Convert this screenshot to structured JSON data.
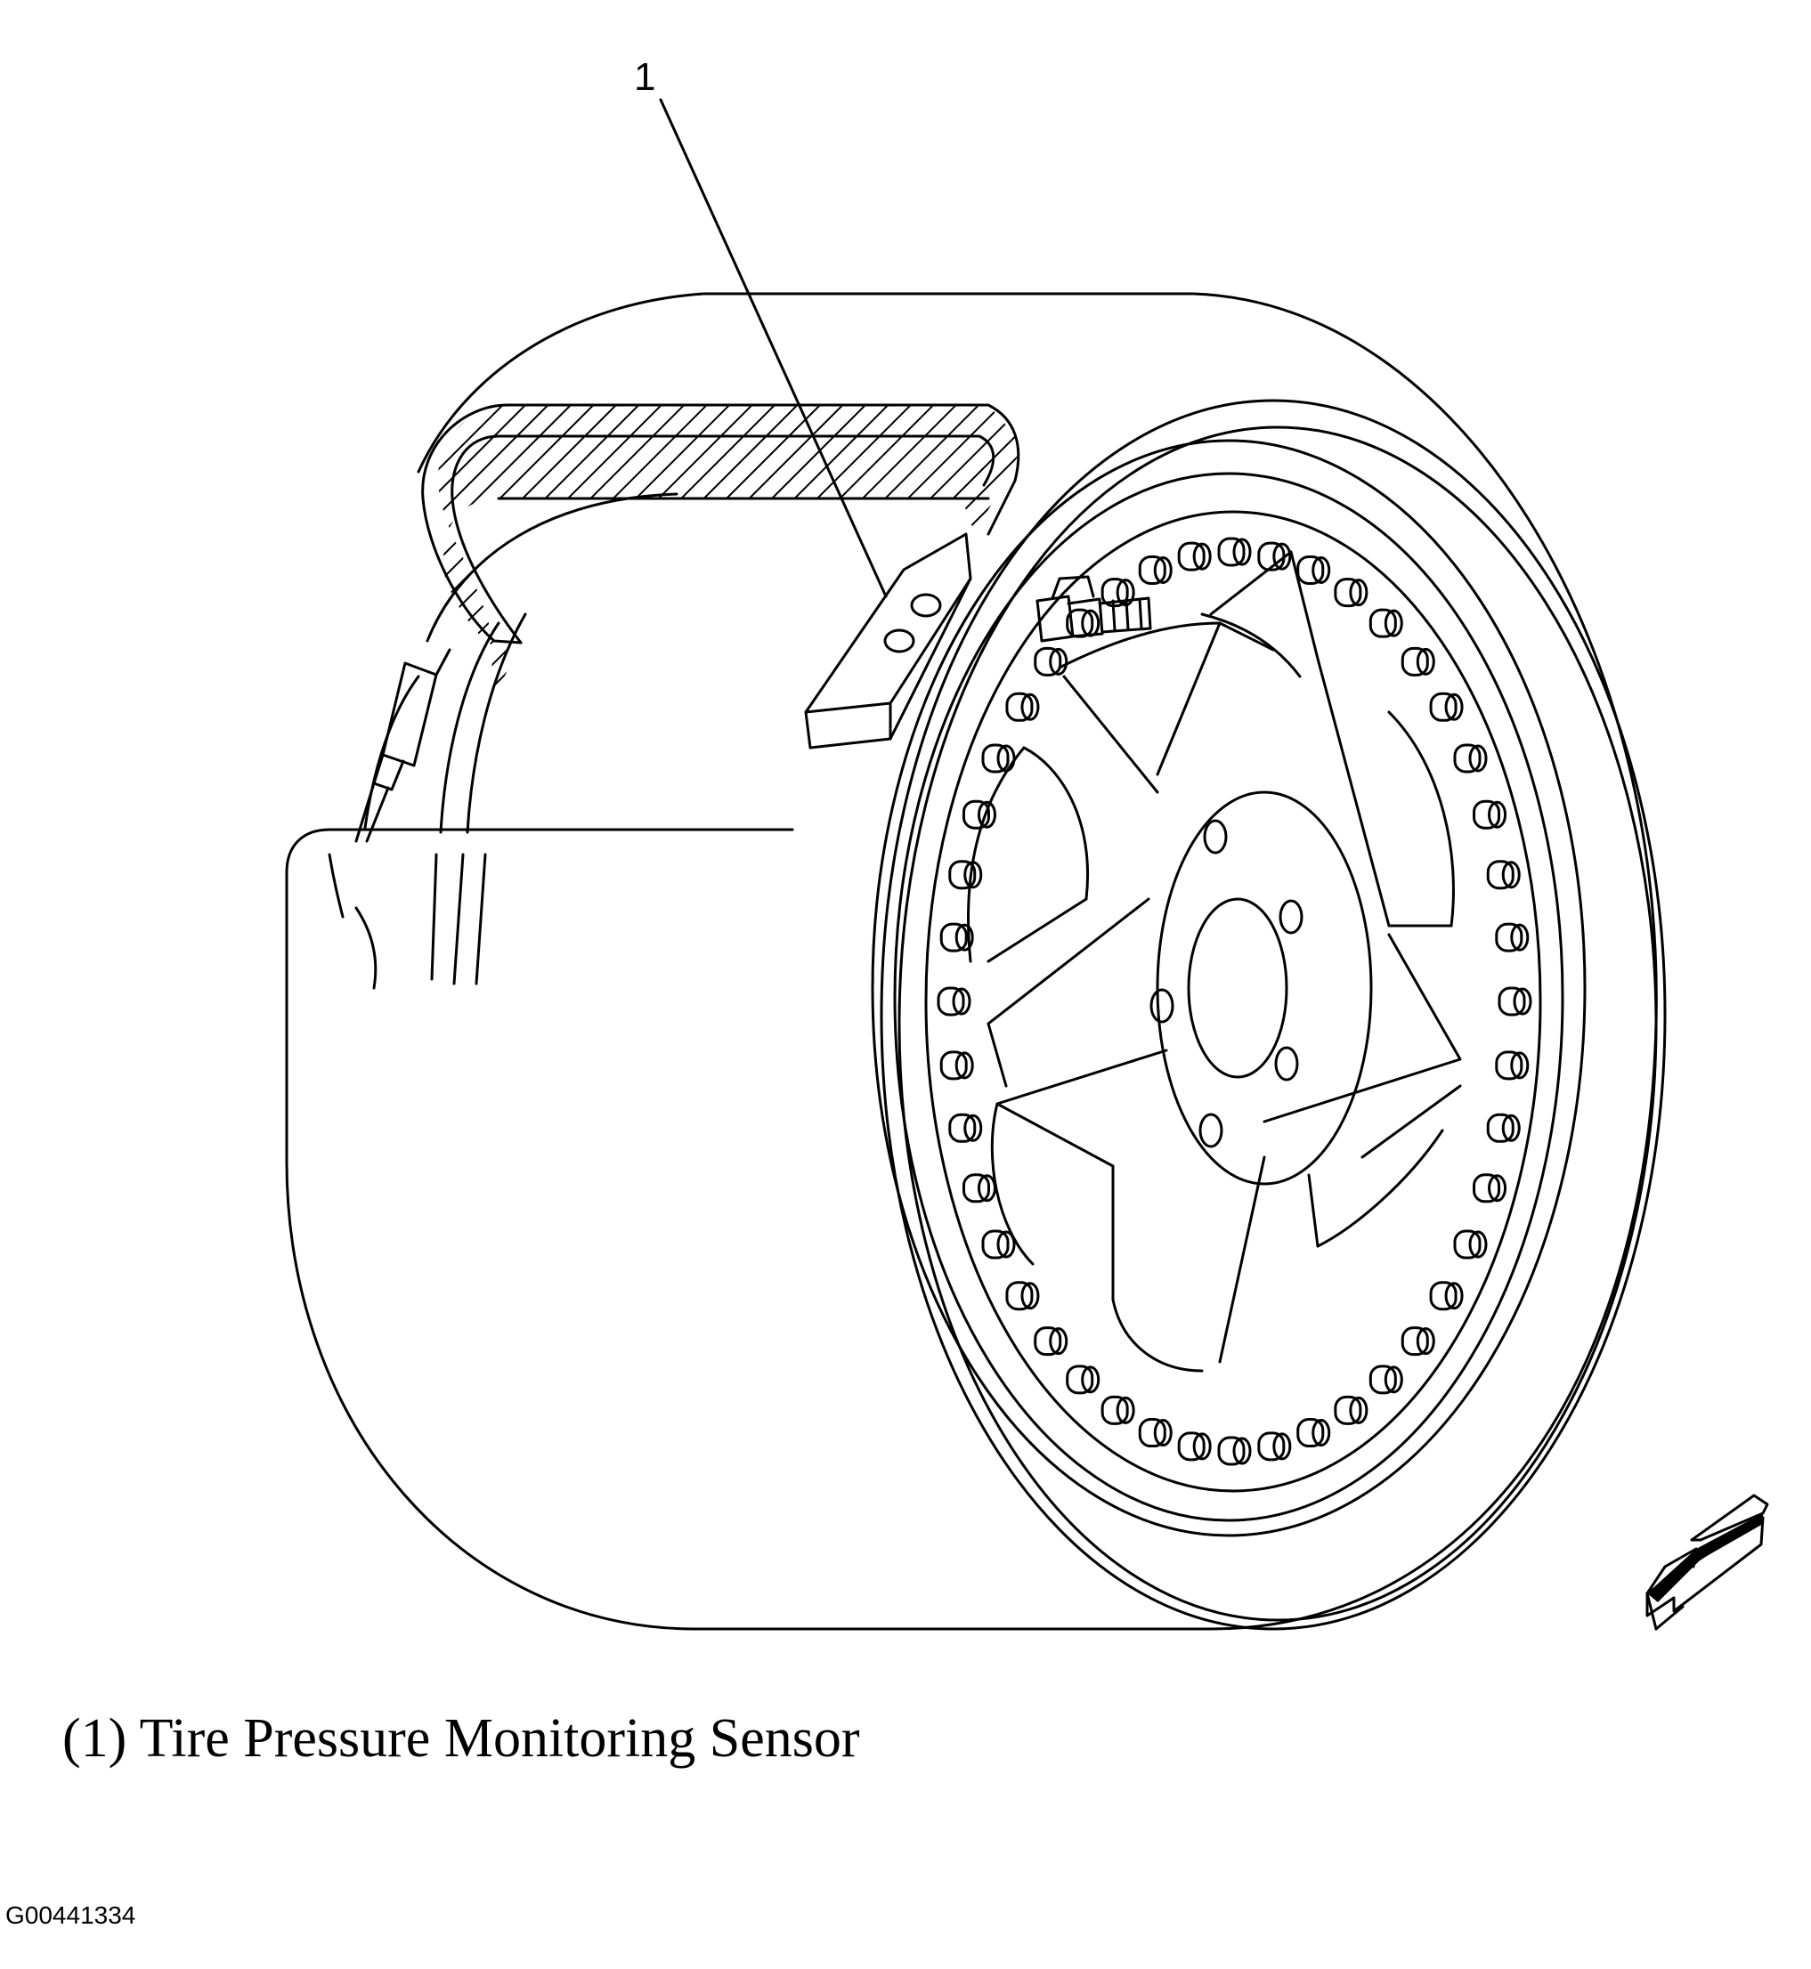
{
  "figure": {
    "callout": "1",
    "caption": "(1) Tire Pressure Monitoring Sensor",
    "figure_id": "G00441334"
  },
  "icons": [
    "tire-icon",
    "wheel-rim-icon",
    "tpms-sensor-icon",
    "valve-stem-icon",
    "view-direction-arrow-icon"
  ],
  "colors": {
    "line": "#000000",
    "background": "#ffffff"
  }
}
